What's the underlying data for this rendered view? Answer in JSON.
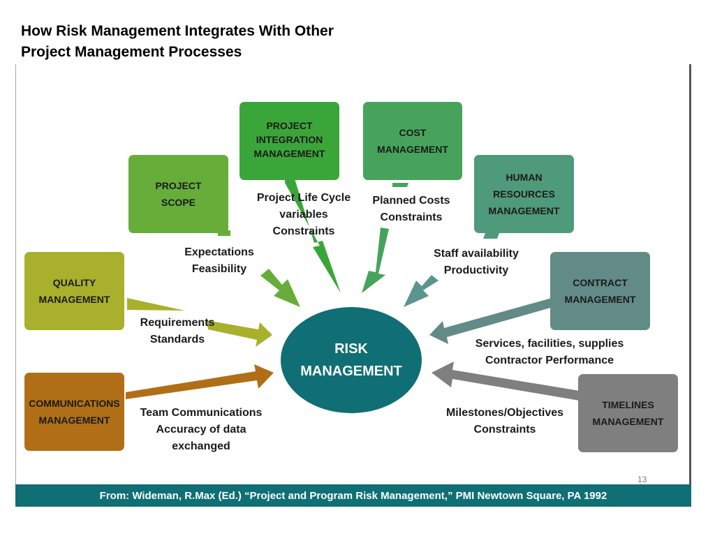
{
  "title": {
    "line1": "How Risk Management Integrates With Other",
    "line2": "Project Management Processes"
  },
  "center": {
    "line1": "RISK",
    "line2": "MANAGEMENT",
    "color": "#0f6f75"
  },
  "boxes": [
    {
      "id": "integration",
      "lines": [
        "PROJECT",
        "INTEGRATION",
        "MANAGEMENT"
      ],
      "color": "#3aa63a"
    },
    {
      "id": "cost",
      "lines": [
        "COST",
        "MANAGEMENT"
      ],
      "color": "#47a35c"
    },
    {
      "id": "scope",
      "lines": [
        "PROJECT",
        "SCOPE"
      ],
      "color": "#67ad3a"
    },
    {
      "id": "human",
      "lines": [
        "HUMAN",
        "RESOURCES",
        "MANAGEMENT"
      ],
      "color": "#4e9a7a"
    },
    {
      "id": "quality",
      "lines": [
        "QUALITY",
        "MANAGEMENT"
      ],
      "color": "#a8b02c"
    },
    {
      "id": "contract",
      "lines": [
        "CONTRACT",
        "MANAGEMENT"
      ],
      "color": "#628b87"
    },
    {
      "id": "communications",
      "lines": [
        "COMMUNICATIONS",
        "MANAGEMENT"
      ],
      "color": "#b06f16"
    },
    {
      "id": "timelines",
      "lines": [
        "TIMELINES",
        "MANAGEMENT"
      ],
      "color": "#7f7f7f"
    }
  ],
  "flows": [
    {
      "id": "integration",
      "lines": [
        "Project Life Cycle",
        "variables",
        "Constraints"
      ]
    },
    {
      "id": "cost",
      "lines": [
        "Planned Costs",
        "Constraints"
      ]
    },
    {
      "id": "scope",
      "lines": [
        "Expectations",
        "Feasibility"
      ]
    },
    {
      "id": "human",
      "lines": [
        "Staff availability",
        "Productivity"
      ]
    },
    {
      "id": "quality",
      "lines": [
        "Requirements",
        "Standards"
      ]
    },
    {
      "id": "contract",
      "lines": [
        "Services, facilities, supplies",
        "Contractor Performance"
      ]
    },
    {
      "id": "communications",
      "lines": [
        "Team Communications",
        "Accuracy of data",
        "exchanged"
      ]
    },
    {
      "id": "timelines",
      "lines": [
        "Milestones/Objectives",
        "Constraints"
      ]
    }
  ],
  "footer": "From: Wideman, R.Max (Ed.) “Project and Program Risk Management,” PMI Newtown Square, PA 1992",
  "slide_number": "13"
}
